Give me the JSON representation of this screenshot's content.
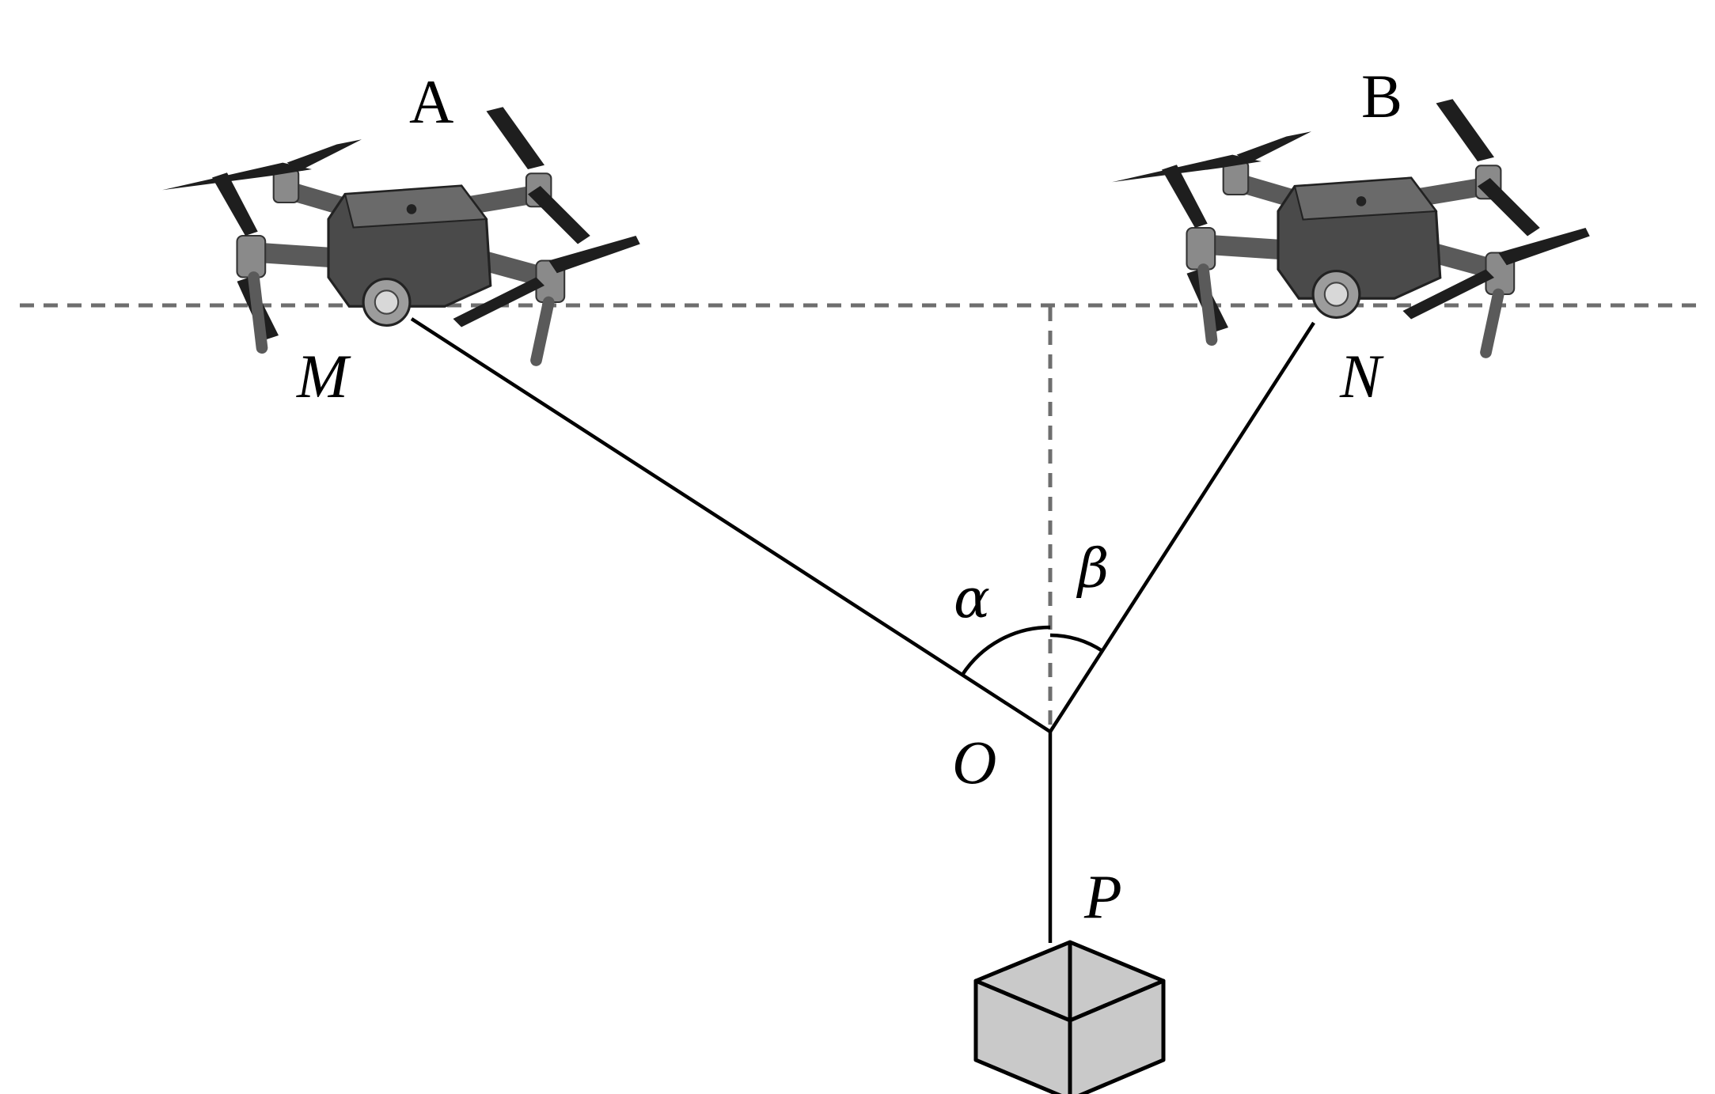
{
  "labels": {
    "drone_a": "A",
    "drone_b": "B",
    "point_m": "M",
    "point_n": "N",
    "point_o": "O",
    "point_p": "P",
    "angle_alpha": "α",
    "angle_beta": "β"
  },
  "colors": {
    "dashed_line": "#6e6e6e",
    "rope": "#000000",
    "box_fill": "#c9c9c9",
    "drone_body": "#4a4a4a",
    "drone_dark": "#1e1e1e"
  },
  "icons": {
    "drone_a": "quadcopter-drone-icon",
    "drone_b": "quadcopter-drone-icon",
    "payload": "cargo-box-icon"
  }
}
